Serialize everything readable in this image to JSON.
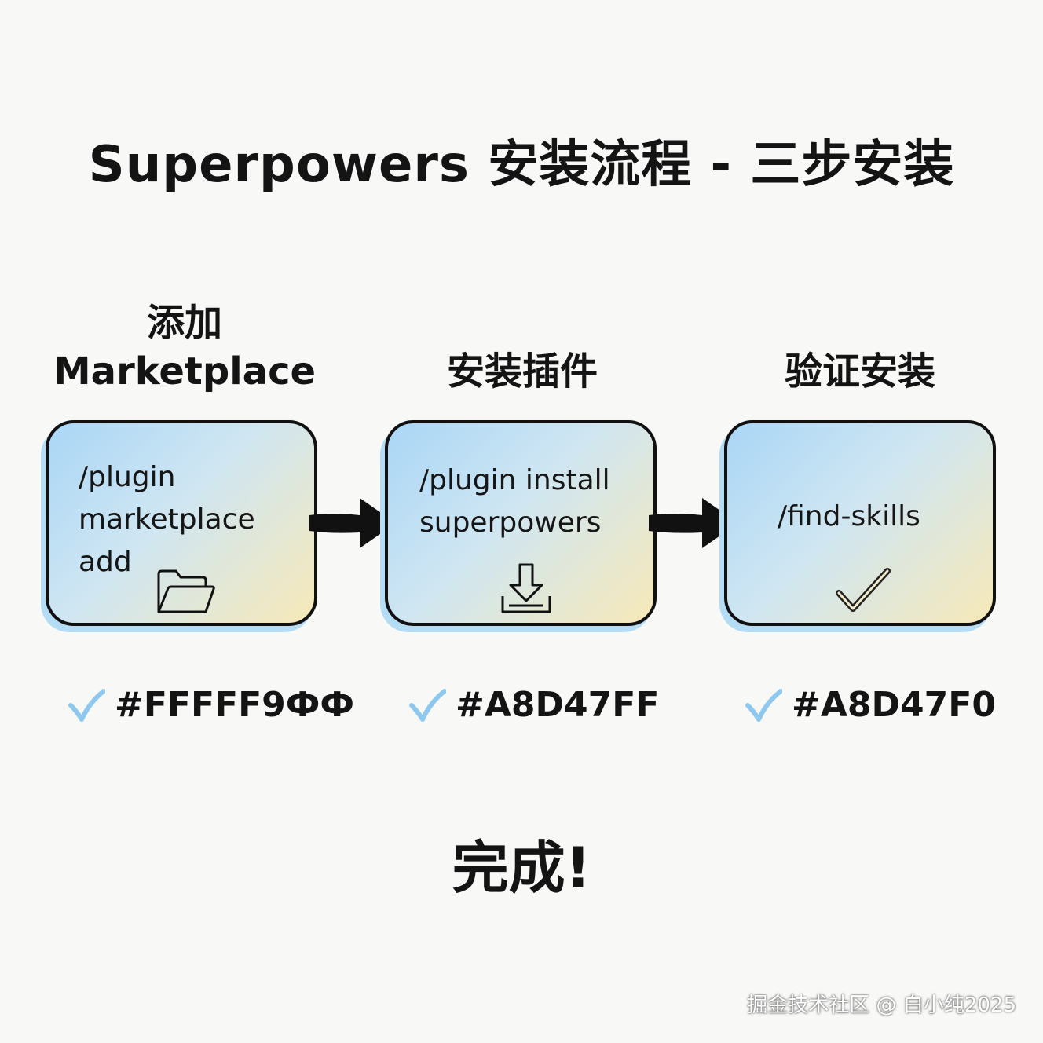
{
  "title": "Superpowers 安装流程 - 三步安装",
  "steps": [
    {
      "label_lines": [
        "添加",
        "Marketplace"
      ],
      "command_lines": [
        "/plugin",
        "marketplace",
        "add"
      ],
      "icon": "folder-icon",
      "code": "#FFFFF9ФФ"
    },
    {
      "label_lines": [
        "安装插件"
      ],
      "command_lines": [
        "/plugin install",
        "superpowers"
      ],
      "icon": "download-icon",
      "code": "#A8D47FF"
    },
    {
      "label_lines": [
        "验证安装"
      ],
      "command_lines": [
        "/find-skills"
      ],
      "icon": "checkmark-icon",
      "code": "#A8D47F0"
    }
  ],
  "done": "完成!",
  "watermark": "掘金技术社区 @ 白小纯2025",
  "colors": {
    "card_blue": "#a9d6f6",
    "card_yellow": "#f7e9b8",
    "check_blue": "#8fc8ee",
    "outline": "#111111",
    "background": "#f8f8f6"
  }
}
